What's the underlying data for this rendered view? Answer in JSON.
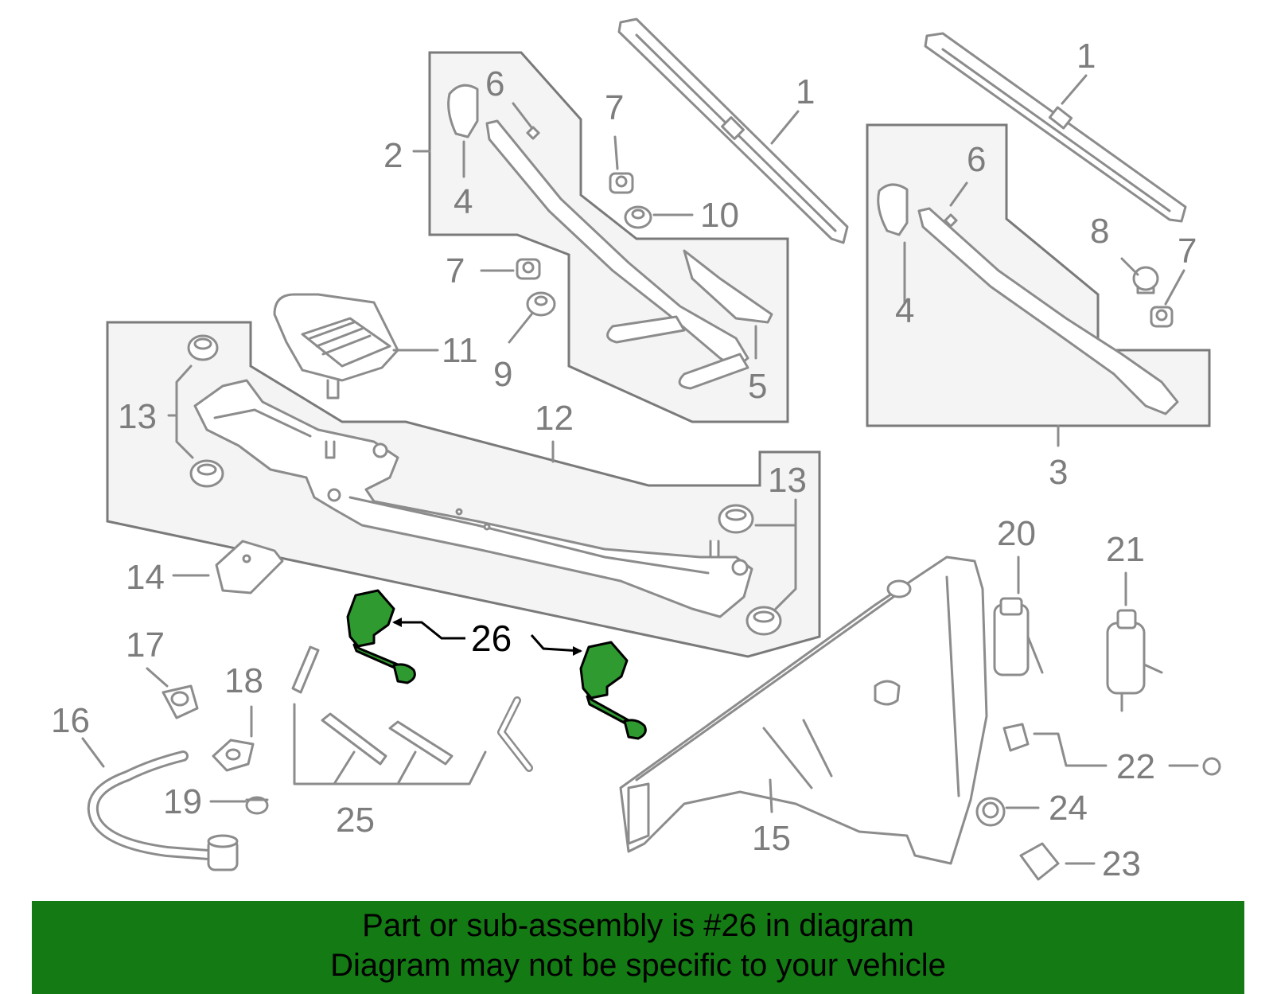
{
  "callouts": [
    {
      "id": "c1a",
      "label": "1"
    },
    {
      "id": "c1b",
      "label": "1"
    },
    {
      "id": "c2",
      "label": "2"
    },
    {
      "id": "c3",
      "label": "3"
    },
    {
      "id": "c4a",
      "label": "4"
    },
    {
      "id": "c4b",
      "label": "4"
    },
    {
      "id": "c5",
      "label": "5"
    },
    {
      "id": "c6a",
      "label": "6"
    },
    {
      "id": "c6b",
      "label": "6"
    },
    {
      "id": "c7a",
      "label": "7"
    },
    {
      "id": "c7b",
      "label": "7"
    },
    {
      "id": "c7c",
      "label": "7"
    },
    {
      "id": "c8",
      "label": "8"
    },
    {
      "id": "c9",
      "label": "9"
    },
    {
      "id": "c10",
      "label": "10"
    },
    {
      "id": "c11",
      "label": "11"
    },
    {
      "id": "c12",
      "label": "12"
    },
    {
      "id": "c13a",
      "label": "13"
    },
    {
      "id": "c13b",
      "label": "13"
    },
    {
      "id": "c14",
      "label": "14"
    },
    {
      "id": "c15",
      "label": "15"
    },
    {
      "id": "c16",
      "label": "16"
    },
    {
      "id": "c17",
      "label": "17"
    },
    {
      "id": "c18",
      "label": "18"
    },
    {
      "id": "c19",
      "label": "19"
    },
    {
      "id": "c20",
      "label": "20"
    },
    {
      "id": "c21",
      "label": "21"
    },
    {
      "id": "c22",
      "label": "22"
    },
    {
      "id": "c23",
      "label": "23"
    },
    {
      "id": "c24",
      "label": "24"
    },
    {
      "id": "c25",
      "label": "25"
    },
    {
      "id": "c26",
      "label": "26"
    }
  ],
  "highlighted_part": "26",
  "colors": {
    "highlight": "#2f9a2f",
    "banner": "#147a14",
    "line": "#8c8c8c",
    "box": "#f4f4f4"
  },
  "banner": {
    "line1": "Part or sub-assembly is #26 in diagram",
    "line2": "Diagram may not be specific to your vehicle"
  }
}
